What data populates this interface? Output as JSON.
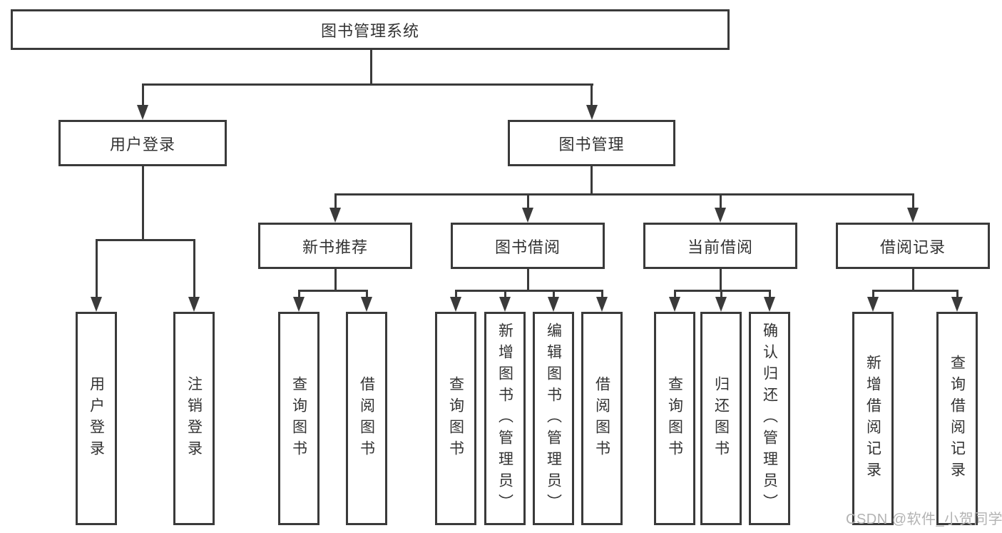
{
  "style": {
    "line_color": "#3a3a3a",
    "text_color": "#333333",
    "box_fill": "#ffffff",
    "background": "#ffffff",
    "watermark_color": "#b3b3b3"
  },
  "watermark": {
    "text": "CSDN @软件_小贺同学"
  },
  "tree": {
    "label": "图书管理系统",
    "children": [
      {
        "label": "用户登录",
        "children": [
          {
            "label": "用户登录"
          },
          {
            "label": "注销登录"
          }
        ]
      },
      {
        "label": "图书管理",
        "children": [
          {
            "label": "新书推荐",
            "children": [
              {
                "label": "查询图书"
              },
              {
                "label": "借阅图书"
              }
            ]
          },
          {
            "label": "图书借阅",
            "children": [
              {
                "label": "查询图书"
              },
              {
                "label": "新增图书（管理员）"
              },
              {
                "label": "编辑图书（管理员）"
              },
              {
                "label": "借阅图书"
              }
            ]
          },
          {
            "label": "当前借阅",
            "children": [
              {
                "label": "查询图书"
              },
              {
                "label": "归还图书"
              },
              {
                "label": "确认归还（管理员）"
              }
            ]
          },
          {
            "label": "借阅记录",
            "children": [
              {
                "label": "新增借阅记录"
              },
              {
                "label": "查询借阅记录"
              }
            ]
          }
        ]
      }
    ]
  }
}
